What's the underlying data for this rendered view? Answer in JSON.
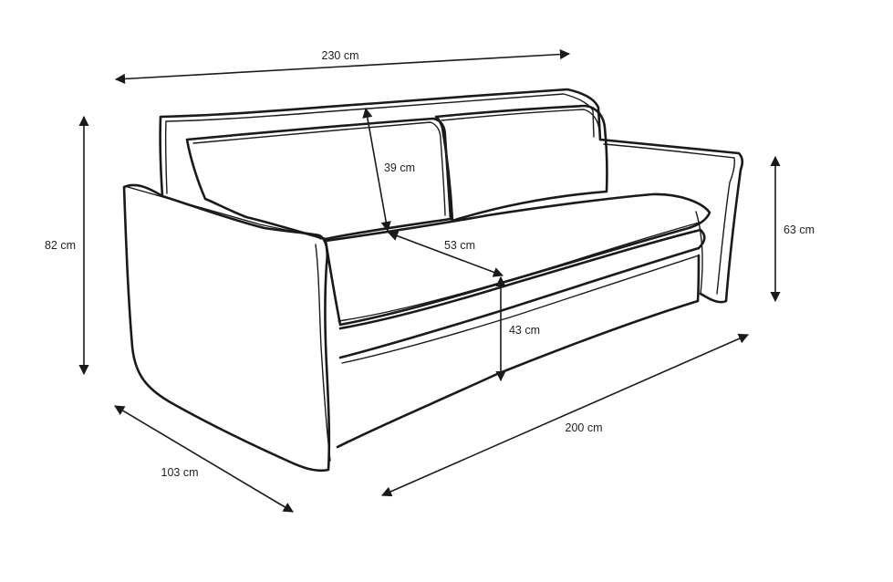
{
  "dimensions": {
    "total_width": "230 cm",
    "back_cushion_height": "39 cm",
    "total_height": "82 cm",
    "seat_depth": "53 cm",
    "armrest_height": "63 cm",
    "seat_height": "43 cm",
    "seat_width": "200 cm",
    "total_depth": "103 cm"
  },
  "colors": {
    "line": "#1a1a1a",
    "background": "#ffffff"
  }
}
